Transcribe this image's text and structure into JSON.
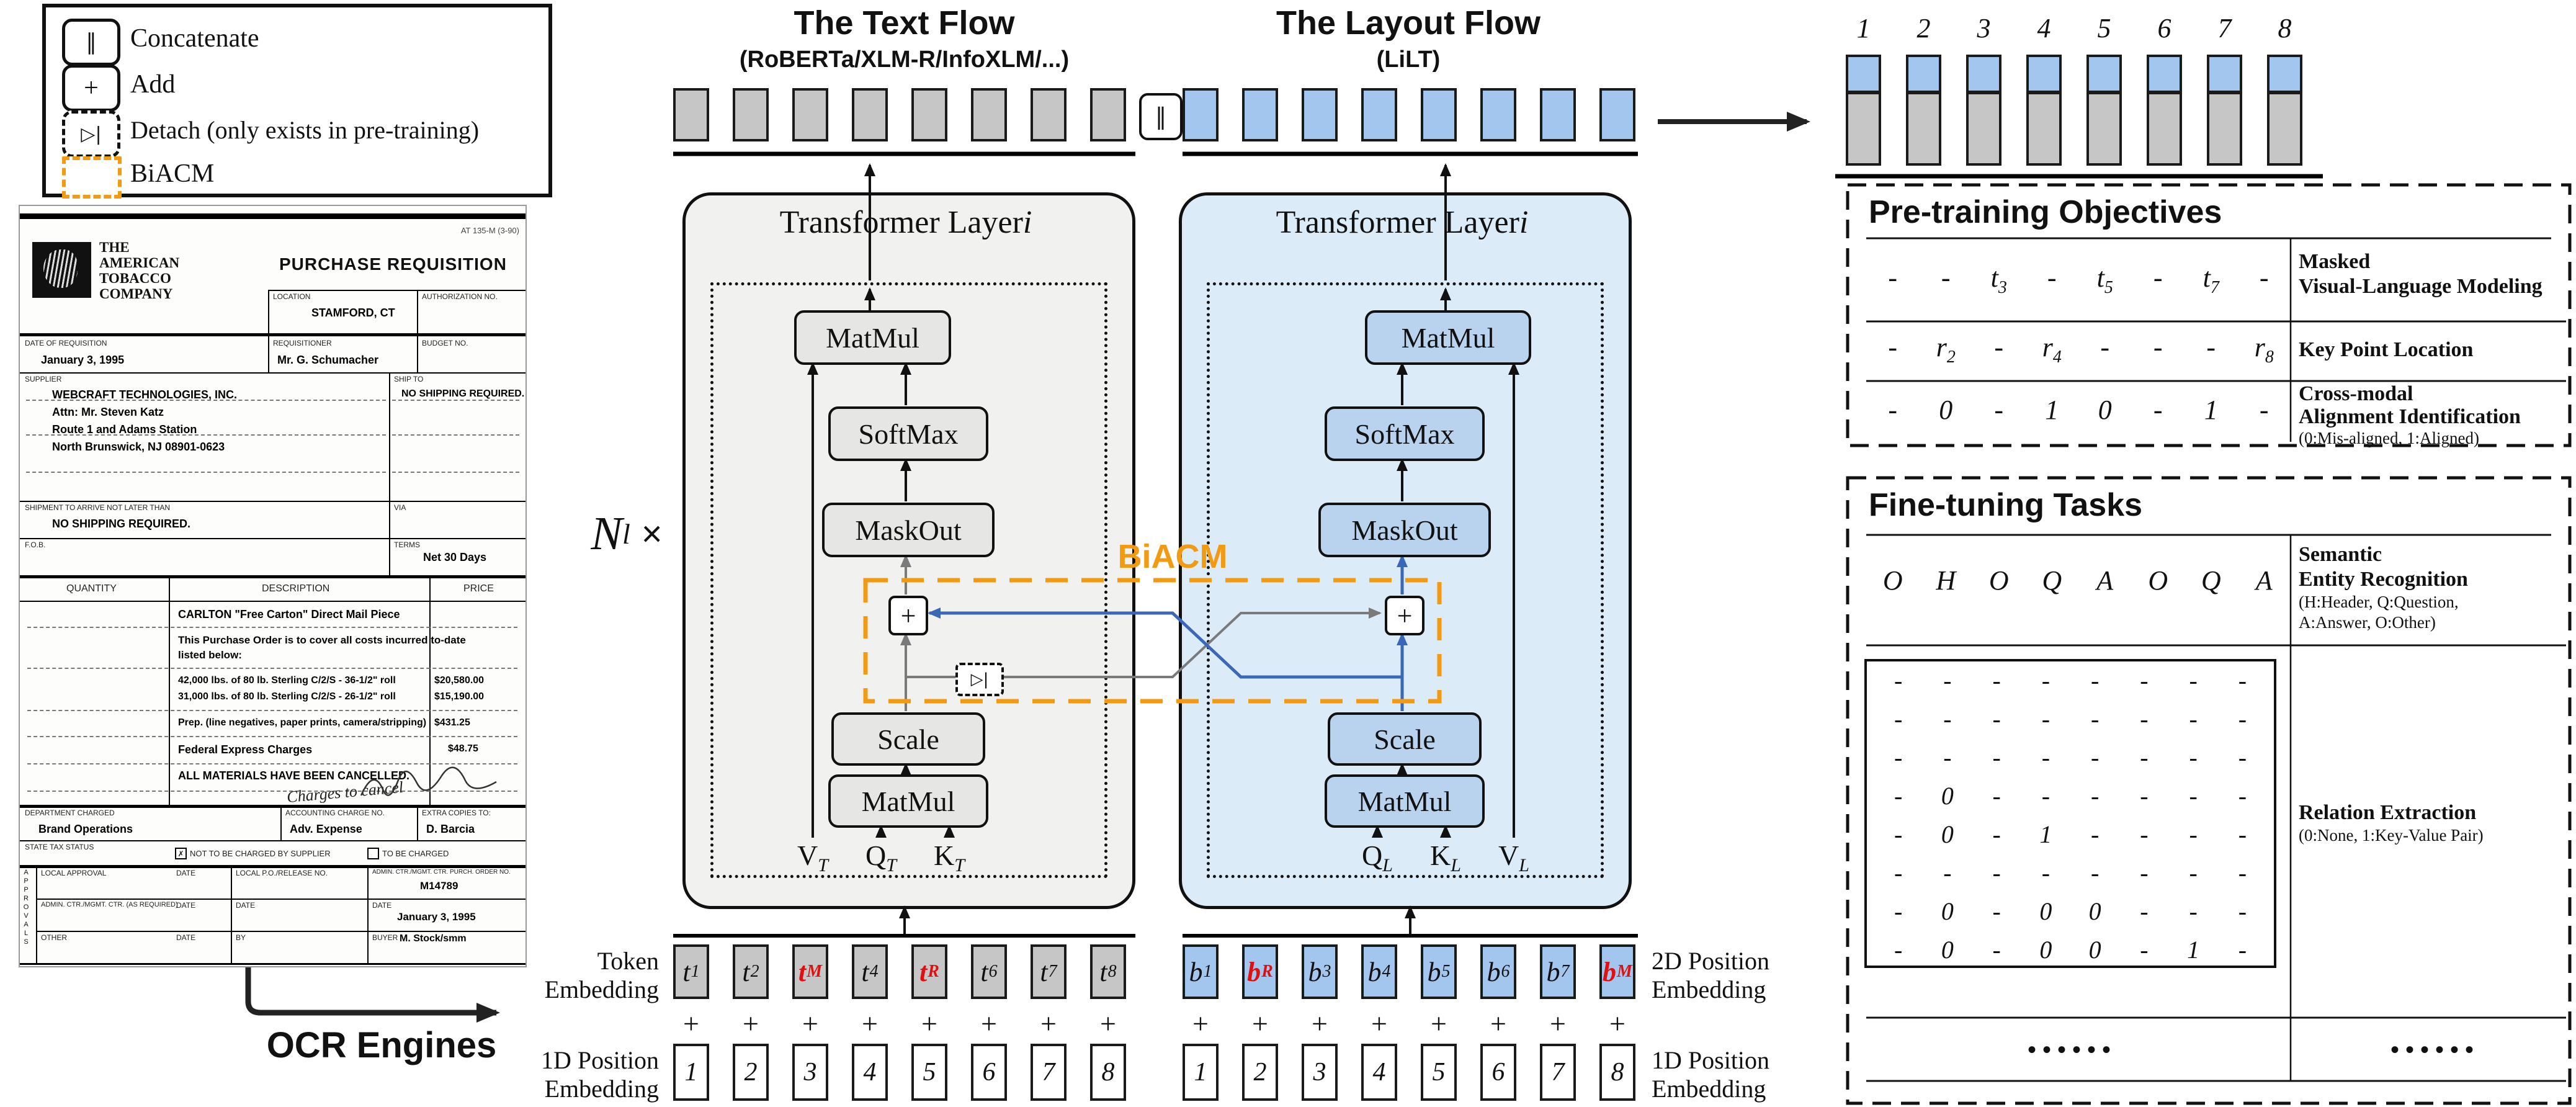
{
  "legend": {
    "items": [
      {
        "icon": "concatenate-icon",
        "glyph": "∥",
        "label": "Concatenate"
      },
      {
        "icon": "add-icon",
        "glyph": "+",
        "label": "Add"
      },
      {
        "icon": "detach-icon",
        "glyph": "▷|",
        "label": "Detach (only exists in pre-training)"
      },
      {
        "icon": "biacm-icon",
        "glyph": "",
        "label": "BiACM"
      }
    ]
  },
  "document": {
    "form_no": "AT 135-M (3-90)",
    "company_lines": [
      "THE",
      "AMERICAN",
      "TOBACCO",
      "COMPANY"
    ],
    "title": "PURCHASE REQUISITION",
    "location_label": "LOCATION",
    "location": "STAMFORD, CT",
    "authorization_label": "AUTHORIZATION NO.",
    "date_label": "DATE OF REQUISITION",
    "date": "January 3, 1995",
    "requisitioner_label": "REQUISITIONER",
    "requisitioner": "Mr. G. Schumacher",
    "budget_label": "BUDGET NO.",
    "supplier_label": "SUPPLIER",
    "supplier_lines": [
      "WEBCRAFT TECHNOLOGIES, INC.",
      "Attn: Mr. Steven Katz",
      "Route 1 and Adams Station",
      "North Brunswick, NJ 08901-0623"
    ],
    "ship_to_label": "SHIP TO",
    "ship_to": "NO SHIPPING REQUIRED.",
    "shipment_label": "SHIPMENT TO ARRIVE NOT LATER THAN",
    "shipment": "NO SHIPPING REQUIRED.",
    "via_label": "VIA",
    "fob_label": "F.O.B.",
    "terms_label": "TERMS",
    "terms": "Net 30 Days",
    "table_headers": [
      "QUANTITY",
      "DESCRIPTION",
      "PRICE"
    ],
    "items": [
      {
        "d": "CARLTON \"Free Carton\" Direct Mail Piece",
        "p": ""
      },
      {
        "d": "This Purchase Order is to cover all costs incurred to-date",
        "p": ""
      },
      {
        "d": "listed below:",
        "p": ""
      },
      {
        "d": "42,000 lbs. of 80 lb. Sterling C/2/S - 36-1/2\" roll",
        "p": "$20,580.00"
      },
      {
        "d": "31,000 lbs. of 80 lb. Sterling C/2/S - 26-1/2\" roll",
        "p": "$15,190.00"
      },
      {
        "d": "Prep. (line negatives, paper prints, camera/stripping)",
        "p": "$431.25"
      },
      {
        "d": "Federal Express Charges",
        "p": "$48.75"
      },
      {
        "d": "ALL MATERIALS HAVE BEEN CANCELLED.",
        "p": ""
      }
    ],
    "handwritten": "Charges to cancel",
    "department_label": "DEPARTMENT CHARGED",
    "department": "Brand Operations",
    "accounting_label": "ACCOUNTING CHARGE NO.",
    "accounting": "Adv. Expense",
    "copies_label": "EXTRA COPIES TO:",
    "copies": "D. Barcia",
    "tax_label": "STATE TAX STATUS",
    "tax_mark": "✗",
    "tax_option1": "NOT TO BE CHARGED BY SUPPLIER",
    "tax_option2": "TO BE CHARGED",
    "approvals_label": "APPROVALS",
    "local_approval_label": "LOCAL APPROVAL",
    "date_col_label": "DATE",
    "po_label": "LOCAL P.O./RELEASE NO.",
    "admin_po_label": "ADMIN. CTR./MGMT. CTR. PURCH. ORDER NO.",
    "po_number": "M14789",
    "admin_label": "ADMIN. CTR./MGMT. CTR. (AS REQUIRED)",
    "other_label": "OTHER",
    "by_label": "BY",
    "po_date": "January 3, 1995",
    "buyer_label": "BUYER",
    "buyer": "M. Stock/smm"
  },
  "ocr": {
    "label": "OCR Engines"
  },
  "n_layers": {
    "m": "N",
    "s": "l",
    "times": "×"
  },
  "concat_glyph": "∥",
  "biacm": {
    "label": "BiACM"
  },
  "text_flow": {
    "title": "The Text Flow",
    "subtitle": "(RoBERTa/XLM-R/InfoXLM/...)",
    "layer_title_prefix": "Transformer Layer ",
    "layer_index": "i",
    "blocks": {
      "matmul_top": "MatMul",
      "softmax": "SoftMax",
      "maskout": "MaskOut",
      "plus": "+",
      "detach": "▷|",
      "scale": "Scale",
      "matmul_bottom": "MatMul"
    },
    "inputs": [
      {
        "m": "V",
        "s": "T"
      },
      {
        "m": "Q",
        "s": "T"
      },
      {
        "m": "K",
        "s": "T"
      }
    ]
  },
  "layout_flow": {
    "title": "The Layout Flow",
    "subtitle": "(LiLT)",
    "layer_title_prefix": "Transformer Layer ",
    "layer_index": "i",
    "blocks": {
      "matmul_top": "MatMul",
      "softmax": "SoftMax",
      "maskout": "MaskOut",
      "plus": "+",
      "scale": "Scale",
      "matmul_bottom": "MatMul"
    },
    "inputs": [
      {
        "m": "Q",
        "s": "L"
      },
      {
        "m": "K",
        "s": "L"
      },
      {
        "m": "V",
        "s": "L"
      }
    ]
  },
  "embeddings": {
    "token_label": [
      "Token",
      "Embedding"
    ],
    "pos1d_label_left": [
      "1D Position",
      "Embedding"
    ],
    "pos2d_label": [
      "2D Position",
      "Embedding"
    ],
    "pos1d_label_right": [
      "1D Position",
      "Embedding"
    ],
    "text_tokens": [
      {
        "m": "t",
        "s": "1"
      },
      {
        "m": "t",
        "s": "2"
      },
      {
        "m": "t",
        "s": "M",
        "red": true
      },
      {
        "m": "t",
        "s": "4"
      },
      {
        "m": "t",
        "s": "R",
        "red": true
      },
      {
        "m": "t",
        "s": "6"
      },
      {
        "m": "t",
        "s": "7"
      },
      {
        "m": "t",
        "s": "8"
      }
    ],
    "layout_tokens": [
      {
        "m": "b",
        "s": "1"
      },
      {
        "m": "b",
        "s": "R",
        "red": true
      },
      {
        "m": "b",
        "s": "3"
      },
      {
        "m": "b",
        "s": "4"
      },
      {
        "m": "b",
        "s": "5"
      },
      {
        "m": "b",
        "s": "6"
      },
      {
        "m": "b",
        "s": "7"
      },
      {
        "m": "b",
        "s": "M",
        "red": true
      }
    ],
    "positions": [
      "1",
      "2",
      "3",
      "4",
      "5",
      "6",
      "7",
      "8"
    ],
    "plus_row": [
      "+",
      "+",
      "+",
      "+",
      "+",
      "+",
      "+",
      "+"
    ]
  },
  "output_sequence": {
    "indices": [
      "1",
      "2",
      "3",
      "4",
      "5",
      "6",
      "7",
      "8"
    ]
  },
  "pretraining": {
    "title": "Pre-training Objectives",
    "rows": [
      {
        "values": [
          {
            "m": "-",
            "s": ""
          },
          {
            "m": "-",
            "s": ""
          },
          {
            "m": "t",
            "s": "3"
          },
          {
            "m": "-",
            "s": ""
          },
          {
            "m": "t",
            "s": "5"
          },
          {
            "m": "-",
            "s": ""
          },
          {
            "m": "t",
            "s": "7"
          },
          {
            "m": "-",
            "s": ""
          }
        ],
        "label_lines": [
          "Masked",
          "Visual-Language Modeling"
        ],
        "note": ""
      },
      {
        "values": [
          {
            "m": "-",
            "s": ""
          },
          {
            "m": "r",
            "s": "2"
          },
          {
            "m": "-",
            "s": ""
          },
          {
            "m": "r",
            "s": "4"
          },
          {
            "m": "-",
            "s": ""
          },
          {
            "m": "-",
            "s": ""
          },
          {
            "m": "-",
            "s": ""
          },
          {
            "m": "r",
            "s": "8"
          }
        ],
        "label_lines": [
          "Key Point Location"
        ],
        "note": ""
      },
      {
        "values": [
          {
            "m": "-",
            "s": ""
          },
          {
            "m": "0",
            "s": ""
          },
          {
            "m": "-",
            "s": ""
          },
          {
            "m": "1",
            "s": ""
          },
          {
            "m": "0",
            "s": ""
          },
          {
            "m": "-",
            "s": ""
          },
          {
            "m": "1",
            "s": ""
          },
          {
            "m": "-",
            "s": ""
          }
        ],
        "label_lines": [
          "Cross-modal",
          "Alignment Identification"
        ],
        "note": "(0:Mis-aligned, 1:Aligned)"
      }
    ]
  },
  "finetuning": {
    "title": "Fine-tuning Tasks",
    "ser": {
      "values": [
        "O",
        "H",
        "O",
        "Q",
        "A",
        "O",
        "Q",
        "A"
      ],
      "label_lines": [
        "Semantic",
        "Entity Recognition"
      ],
      "note_lines": [
        "(H:Header, Q:Question,",
        "A:Answer, O:Other)"
      ]
    },
    "relation": {
      "rows": [
        [
          "-",
          "-",
          "-",
          "-",
          "-",
          "-",
          "-",
          "-"
        ],
        [
          "-",
          "-",
          "-",
          "-",
          "-",
          "-",
          "-",
          "-"
        ],
        [
          "-",
          "-",
          "-",
          "-",
          "-",
          "-",
          "-",
          "-"
        ],
        [
          "-",
          "0",
          "-",
          "-",
          "-",
          "-",
          "-",
          "-"
        ],
        [
          "-",
          "0",
          "-",
          "1",
          "-",
          "-",
          "-",
          "-"
        ],
        [
          "-",
          "-",
          "-",
          "-",
          "-",
          "-",
          "-",
          "-"
        ],
        [
          "-",
          "0",
          "-",
          "0",
          "0",
          "-",
          "-",
          "-"
        ],
        [
          "-",
          "0",
          "-",
          "0",
          "0",
          "-",
          "1",
          "-"
        ]
      ],
      "label": "Relation Extraction",
      "note": "(0:None, 1:Key-Value Pair)"
    },
    "dots": "••••••"
  }
}
